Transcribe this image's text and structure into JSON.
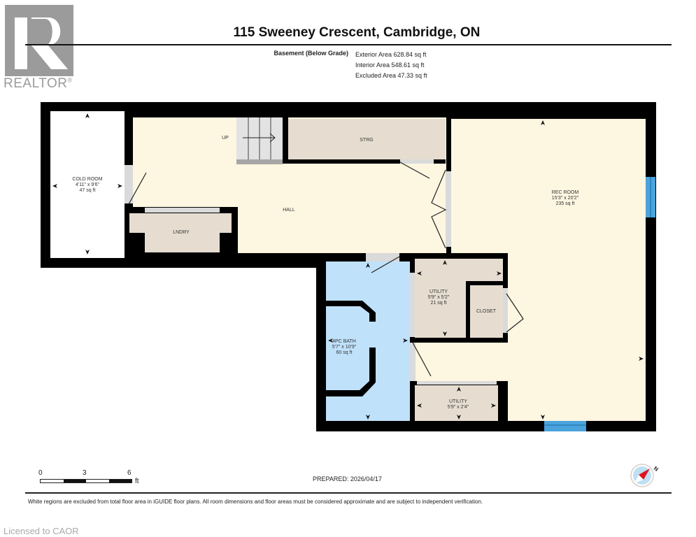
{
  "branding": {
    "logo_letter": "R",
    "logo_text": "REALTOR",
    "logo_mark": "®"
  },
  "header": {
    "title": "115 Sweeney Crescent, Cambridge, ON",
    "level": "Basement (Below Grade)",
    "exterior_area": "Exterior Area 628.84 sq ft",
    "interior_area": "Interior Area 548.61 sq ft",
    "excluded_area": "Excluded Area 47.33 sq ft"
  },
  "rooms": [
    {
      "name": "COLD ROOM",
      "dims": "4'11\" x 9'6\"",
      "area": "47 sq ft"
    },
    {
      "name": "HALL"
    },
    {
      "name": "STRG"
    },
    {
      "name": "LNDRY"
    },
    {
      "name": "UP"
    },
    {
      "name": "REC ROOM",
      "dims": "15'3\" x 20'2\"",
      "area": "235 sq ft"
    },
    {
      "name": "4PC BATH",
      "dims": "5'7\" x 10'9\"",
      "area": "60 sq ft"
    },
    {
      "name": "UTILITY",
      "dims": "5'9\" x 5'2\"",
      "area": "21 sq ft"
    },
    {
      "name": "CLOSET"
    },
    {
      "name": "UTILITY",
      "dims": "5'9\" x 2'4\""
    }
  ],
  "colors": {
    "wall": "#000000",
    "living": "#fdf6e1",
    "service": "#e6ddd0",
    "bath": "#bfe1fa",
    "window": "#4aa3dc",
    "stairs": "#e3e3e3",
    "door_gap": "#dadada",
    "logo": "#9b9b9b"
  },
  "scale": {
    "ticks": [
      "0",
      "3",
      "6"
    ],
    "unit": "ft"
  },
  "footer": {
    "prepared": "PREPARED: 2026/04/17",
    "disclaimer": "White regions are excluded from total floor area in iGUIDE floor plans. All room dimensions and floor areas must be considered approximate and are subject to independent verification.",
    "license": "Licensed to CAOR",
    "compass_label": "N"
  }
}
